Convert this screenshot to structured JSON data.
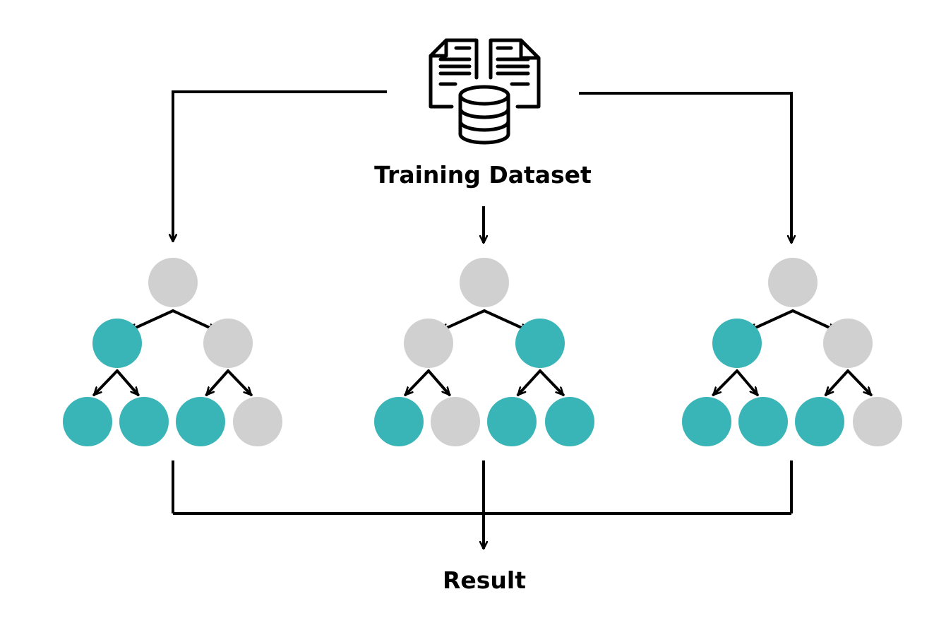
{
  "source": {
    "label": "Training Dataset",
    "icon": "documents-database-icon"
  },
  "result": {
    "label": "Result"
  },
  "colors": {
    "active": "#3ab5b7",
    "inactive": "#cfd0cf",
    "stroke": "#000000",
    "background": "#ffffff"
  },
  "trees": [
    {
      "root": "inactive",
      "level1": [
        "active",
        "inactive"
      ],
      "level2": [
        "active",
        "active",
        "active",
        "inactive"
      ]
    },
    {
      "root": "inactive",
      "level1": [
        "inactive",
        "active"
      ],
      "level2": [
        "active",
        "inactive",
        "active",
        "active"
      ]
    },
    {
      "root": "inactive",
      "level1": [
        "active",
        "inactive"
      ],
      "level2": [
        "active",
        "active",
        "active",
        "inactive"
      ]
    }
  ]
}
